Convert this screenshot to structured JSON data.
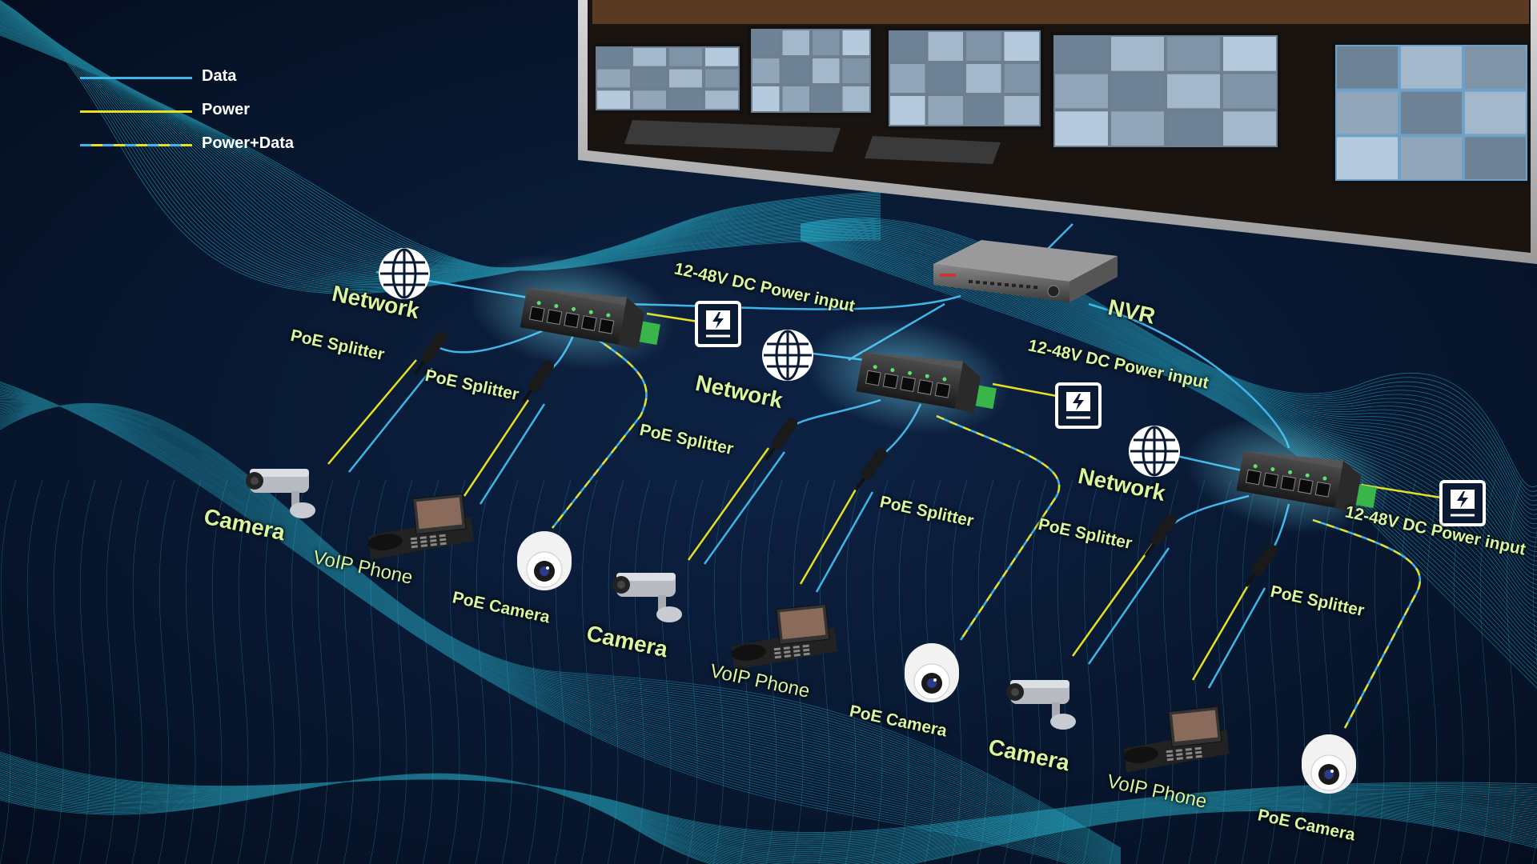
{
  "legend": {
    "data": "Data",
    "power": "Power",
    "power_data": "Power+Data"
  },
  "colors": {
    "data_line": "#3fb5e8",
    "power_line": "#e8e020",
    "label_text": "#d8f5a0",
    "mesh": "#2ec5e0"
  },
  "labels": {
    "network": "Network",
    "nvr": "NVR",
    "power_input": "12-48V DC Power input",
    "poe_splitter": "PoE Splitter",
    "camera": "Camera",
    "voip_phone": "VoIP Phone",
    "poe_camera": "PoE Camera"
  },
  "icons": [
    "globe-icon",
    "power-adapter-icon",
    "poe-switch-icon",
    "nvr-icon",
    "bullet-camera-icon",
    "voip-phone-icon",
    "dome-camera-icon",
    "splitter-icon",
    "monitor-wall-icon"
  ]
}
